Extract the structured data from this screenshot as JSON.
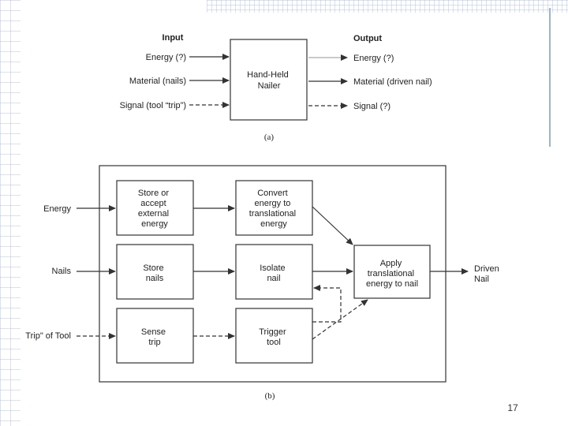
{
  "diagram_a": {
    "input_header": "Input",
    "output_header": "Output",
    "inputs": [
      "Energy (?)",
      "Material (nails)",
      "Signal (tool “trip”)"
    ],
    "center": [
      "Hand-Held",
      "Nailer"
    ],
    "outputs": [
      "Energy (?)",
      "Material (driven nail)",
      "Signal (?)"
    ],
    "caption": "(a)"
  },
  "diagram_b": {
    "inputs": [
      "Energy",
      "Nails",
      "Trip\" of Tool"
    ],
    "blocks": {
      "store_energy": [
        "Store or",
        "accept",
        "external",
        "energy"
      ],
      "convert_energy": [
        "Convert",
        "energy to",
        "translational",
        "energy"
      ],
      "store_nails": [
        "Store",
        "nails"
      ],
      "isolate_nail": [
        "Isolate",
        "nail"
      ],
      "sense_trip": [
        "Sense",
        "trip"
      ],
      "trigger_tool": [
        "Trigger",
        "tool"
      ],
      "apply_energy": [
        "Apply",
        "translational",
        "energy to nail"
      ]
    },
    "output": [
      "Driven",
      "Nail"
    ],
    "caption": "(b)"
  },
  "page_number": "17",
  "colors": {
    "line": "#333333",
    "box_fill": "#ffffff"
  }
}
